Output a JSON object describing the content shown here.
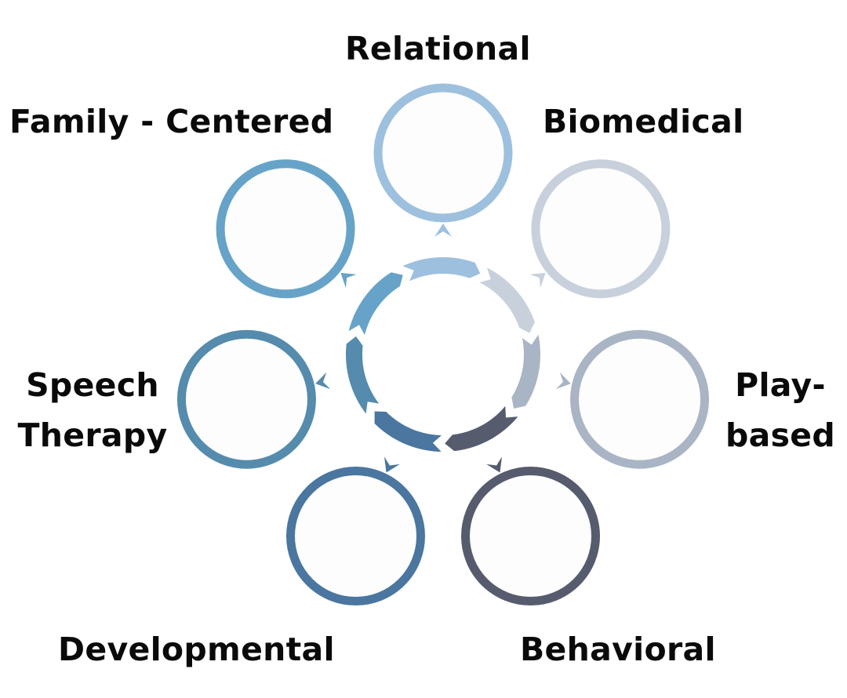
{
  "diagram": {
    "type": "cycle",
    "direction": "clockwise",
    "center_fill": "#ffffff",
    "nodes": [
      {
        "id": "relational",
        "label_lines": [
          "Relational"
        ],
        "color": "#9dc0de"
      },
      {
        "id": "biomedical",
        "label_lines": [
          "Biomedical"
        ],
        "color": "#c8d0dc"
      },
      {
        "id": "play-based",
        "label_lines": [
          "Play-",
          "based"
        ],
        "color": "#a9b4c4"
      },
      {
        "id": "behavioral",
        "label_lines": [
          "Behavioral"
        ],
        "color": "#565b6e"
      },
      {
        "id": "developmental",
        "label_lines": [
          "Developmental"
        ],
        "color": "#4a76a0"
      },
      {
        "id": "speech-therapy",
        "label_lines": [
          "Speech",
          "Therapy"
        ],
        "color": "#558bad"
      },
      {
        "id": "family-centered",
        "label_lines": [
          "Family - Centered"
        ],
        "color": "#67a3c8"
      }
    ]
  }
}
